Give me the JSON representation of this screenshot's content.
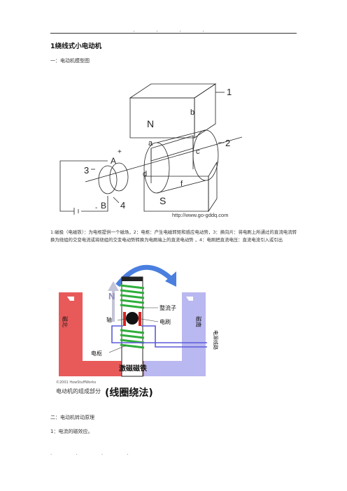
{
  "header": {
    "dots": ". . . ."
  },
  "doc": {
    "title": "1绕线式小电动机",
    "section1": "一：电动机模型图",
    "para1": "1:磁极（电磁铁）：为电枢提供一个磁场，2：电枢：产生电磁转矩和感应电动势，3：换向片：将电刷上所通过的直流电流转换为绕组的交变电流或将绕组的交变电动势转换为电刷端上的直流电动势   ，4：电刷把直流电压：直流电流引入或引出",
    "section2": "二：电动机转动原理",
    "item1": "1：电流的磁效应。"
  },
  "figure1": {
    "label_1": "1",
    "label_2": "2",
    "label_3": "3",
    "label_4": "4",
    "label_N": "N",
    "label_S": "S",
    "label_A": "A",
    "label_B": "B",
    "label_a": "a",
    "label_b": "b",
    "label_c": "c",
    "label_d": "d",
    "label_f": "f",
    "label_plus": "+",
    "label_minus": "-",
    "url": "http://www.go-gddq.com"
  },
  "figure2": {
    "label_N": "N",
    "commutator": "整流子",
    "brush": "电刷",
    "axle": "轴",
    "armature": "电枢",
    "magnet": "激磁磁铁",
    "left_pole": "磁北",
    "right_pole": "磁南",
    "wire_label": "电源线路",
    "copyright": "©2001 HowStuffWorks",
    "caption_left": "电动机的组成部分",
    "caption_right": "(线圈绕法)"
  },
  "footer": {
    "dots": ". . . ."
  },
  "colors": {
    "red": "#e85a5a",
    "blue": "#b9b8f0",
    "green": "#2fae3c",
    "arrow": "#4a7fe0"
  }
}
